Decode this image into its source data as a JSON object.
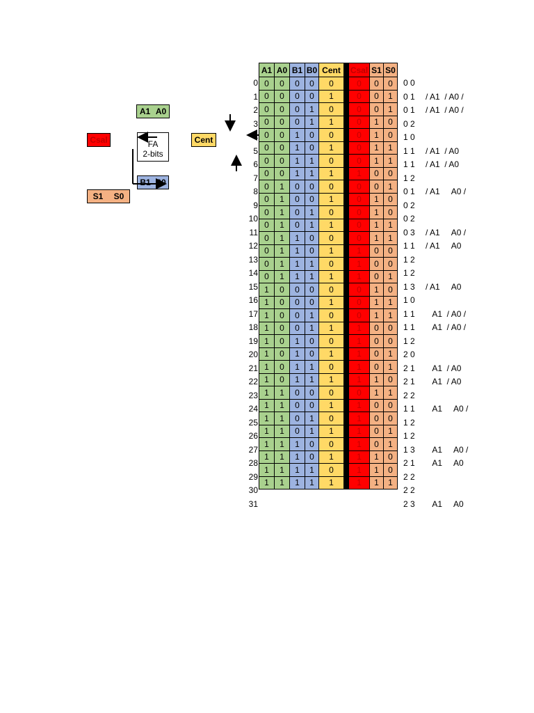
{
  "diagram": {
    "a_box": [
      "A1",
      "A0"
    ],
    "fa_box": [
      "FA",
      "2-bits"
    ],
    "b_box": [
      "B1",
      "B0"
    ],
    "csal_box": "Csal",
    "cent_box": "Cent",
    "s_box": [
      "S1",
      "S0"
    ]
  },
  "table": {
    "headers": [
      "A1",
      "A0",
      "B1",
      "B0",
      "Cent",
      "Csal",
      "S1",
      "S0"
    ],
    "rows": [
      {
        "n": "0",
        "bits": [
          "0",
          "0",
          "0",
          "0",
          "0",
          "0",
          "0",
          "0"
        ],
        "dec": "0 0",
        "note": ""
      },
      {
        "n": "1",
        "bits": [
          "0",
          "0",
          "0",
          "0",
          "1",
          "0",
          "0",
          "1"
        ],
        "dec": "0 1",
        "note": "/ A1  / A0 /"
      },
      {
        "n": "2",
        "bits": [
          "0",
          "0",
          "0",
          "1",
          "0",
          "0",
          "0",
          "1"
        ],
        "dec": "0 1",
        "note": "/ A1  / A0 /"
      },
      {
        "n": "3",
        "bits": [
          "0",
          "0",
          "0",
          "1",
          "1",
          "0",
          "1",
          "0"
        ],
        "dec": "0 2",
        "note": ""
      },
      {
        "n": "4",
        "bits": [
          "0",
          "0",
          "1",
          "0",
          "0",
          "0",
          "1",
          "0"
        ],
        "dec": "1 0",
        "note": ""
      },
      {
        "n": "5",
        "bits": [
          "0",
          "0",
          "1",
          "0",
          "1",
          "0",
          "1",
          "1"
        ],
        "dec": "1 1",
        "note": "/ A1  / A0"
      },
      {
        "n": "6",
        "bits": [
          "0",
          "0",
          "1",
          "1",
          "0",
          "0",
          "1",
          "1"
        ],
        "dec": "1 1",
        "note": "/ A1  / A0"
      },
      {
        "n": "7",
        "bits": [
          "0",
          "0",
          "1",
          "1",
          "1",
          "1",
          "0",
          "0"
        ],
        "dec": "1 2",
        "note": ""
      },
      {
        "n": "8",
        "bits": [
          "0",
          "1",
          "0",
          "0",
          "0",
          "0",
          "0",
          "1"
        ],
        "dec": "0 1",
        "note": "/ A1     A0 /"
      },
      {
        "n": "9",
        "bits": [
          "0",
          "1",
          "0",
          "0",
          "1",
          "0",
          "1",
          "0"
        ],
        "dec": "0 2",
        "note": ""
      },
      {
        "n": "10",
        "bits": [
          "0",
          "1",
          "0",
          "1",
          "0",
          "0",
          "1",
          "0"
        ],
        "dec": "0 2",
        "note": ""
      },
      {
        "n": "11",
        "bits": [
          "0",
          "1",
          "0",
          "1",
          "1",
          "0",
          "1",
          "1"
        ],
        "dec": "0 3",
        "note": "/ A1     A0 /"
      },
      {
        "n": "12",
        "bits": [
          "0",
          "1",
          "1",
          "0",
          "0",
          "0",
          "1",
          "1"
        ],
        "dec": "1 1",
        "note": "/ A1     A0"
      },
      {
        "n": "13",
        "bits": [
          "0",
          "1",
          "1",
          "0",
          "1",
          "1",
          "0",
          "0"
        ],
        "dec": "1 2",
        "note": ""
      },
      {
        "n": "14",
        "bits": [
          "0",
          "1",
          "1",
          "1",
          "0",
          "1",
          "0",
          "0"
        ],
        "dec": "1 2",
        "note": ""
      },
      {
        "n": "15",
        "bits": [
          "0",
          "1",
          "1",
          "1",
          "1",
          "1",
          "0",
          "1"
        ],
        "dec": "1 3",
        "note": "/ A1     A0"
      },
      {
        "n": "16",
        "bits": [
          "1",
          "0",
          "0",
          "0",
          "0",
          "0",
          "1",
          "0"
        ],
        "dec": "1 0",
        "note": ""
      },
      {
        "n": "17",
        "bits": [
          "1",
          "0",
          "0",
          "0",
          "1",
          "0",
          "1",
          "1"
        ],
        "dec": "1 1",
        "note": "   A1  / A0 /"
      },
      {
        "n": "18",
        "bits": [
          "1",
          "0",
          "0",
          "1",
          "0",
          "0",
          "1",
          "1"
        ],
        "dec": "1 1",
        "note": "   A1  / A0 /"
      },
      {
        "n": "19",
        "bits": [
          "1",
          "0",
          "0",
          "1",
          "1",
          "1",
          "0",
          "0"
        ],
        "dec": "1 2",
        "note": ""
      },
      {
        "n": "20",
        "bits": [
          "1",
          "0",
          "1",
          "0",
          "0",
          "1",
          "0",
          "0"
        ],
        "dec": "2 0",
        "note": ""
      },
      {
        "n": "21",
        "bits": [
          "1",
          "0",
          "1",
          "0",
          "1",
          "1",
          "0",
          "1"
        ],
        "dec": "2 1",
        "note": "   A1  / A0"
      },
      {
        "n": "22",
        "bits": [
          "1",
          "0",
          "1",
          "1",
          "0",
          "1",
          "0",
          "1"
        ],
        "dec": "2 1",
        "note": "   A1  / A0"
      },
      {
        "n": "23",
        "bits": [
          "1",
          "0",
          "1",
          "1",
          "1",
          "1",
          "1",
          "0"
        ],
        "dec": "2 2",
        "note": ""
      },
      {
        "n": "24",
        "bits": [
          "1",
          "1",
          "0",
          "0",
          "0",
          "0",
          "1",
          "1"
        ],
        "dec": "1 1",
        "note": "   A1     A0 /"
      },
      {
        "n": "25",
        "bits": [
          "1",
          "1",
          "0",
          "0",
          "1",
          "1",
          "0",
          "0"
        ],
        "dec": "1 2",
        "note": ""
      },
      {
        "n": "26",
        "bits": [
          "1",
          "1",
          "0",
          "1",
          "0",
          "1",
          "0",
          "0"
        ],
        "dec": "1 2",
        "note": ""
      },
      {
        "n": "27",
        "bits": [
          "1",
          "1",
          "0",
          "1",
          "1",
          "1",
          "0",
          "1"
        ],
        "dec": "1 3",
        "note": "   A1     A0 /"
      },
      {
        "n": "28",
        "bits": [
          "1",
          "1",
          "1",
          "0",
          "0",
          "1",
          "0",
          "1"
        ],
        "dec": "2 1",
        "note": "   A1     A0"
      },
      {
        "n": "29",
        "bits": [
          "1",
          "1",
          "1",
          "0",
          "1",
          "1",
          "1",
          "0"
        ],
        "dec": "2 2",
        "note": ""
      },
      {
        "n": "30",
        "bits": [
          "1",
          "1",
          "1",
          "1",
          "0",
          "1",
          "1",
          "0"
        ],
        "dec": "2 2",
        "note": ""
      },
      {
        "n": "31",
        "bits": [
          "1",
          "1",
          "1",
          "1",
          "1",
          "1",
          "1",
          "1"
        ],
        "dec": "2 3",
        "note": "   A1     A0"
      }
    ]
  }
}
